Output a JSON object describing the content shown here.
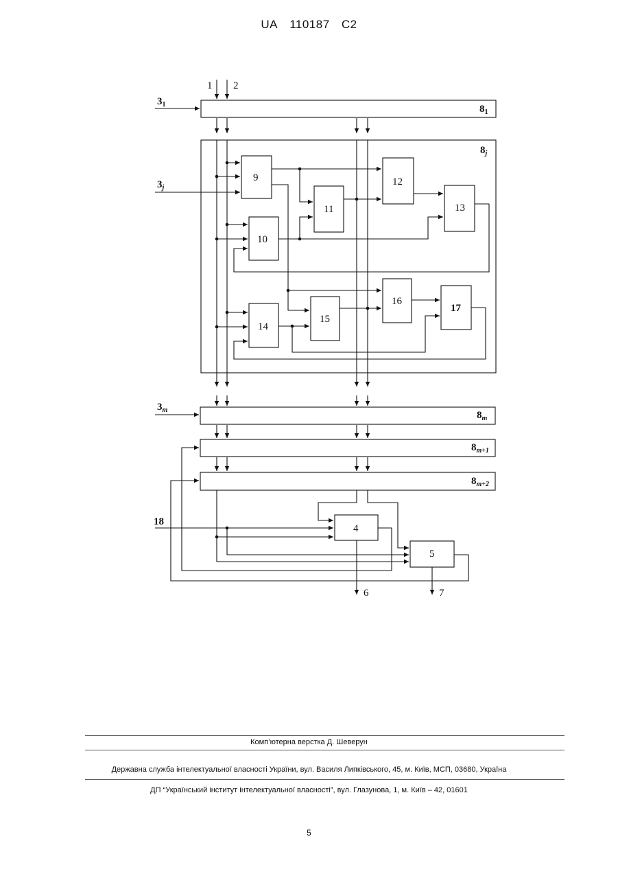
{
  "header": {
    "country": "UA",
    "number": "110187",
    "kind": "C2"
  },
  "diagram": {
    "inputs": {
      "in1": "1",
      "in2": "2",
      "in18": "18"
    },
    "outputs": {
      "out6": "6",
      "out7": "7"
    },
    "side_labels": [
      {
        "main": "3",
        "sub": "1"
      },
      {
        "main": "3",
        "sub": "j"
      },
      {
        "main": "3",
        "sub": "m"
      }
    ],
    "rows": [
      {
        "main": "8",
        "sub": "1"
      },
      {
        "main": "8",
        "sub": "j"
      },
      {
        "main": "8",
        "sub": "m"
      },
      {
        "main": "8",
        "sub": "m+1"
      },
      {
        "main": "8",
        "sub": "m+2"
      }
    ],
    "blocks": {
      "b4": "4",
      "b5": "5",
      "b9": "9",
      "b10": "10",
      "b11": "11",
      "b12": "12",
      "b13": "13",
      "b14": "14",
      "b15": "15",
      "b16": "16",
      "b17": "17"
    }
  },
  "footer": {
    "layout": "Комп’ютерна верстка Д. Шеверун",
    "agency": "Державна служба інтелектуальної власності України, вул. Василя Липківського, 45, м. Київ, МСП, 03680, Україна",
    "institute": "ДП “Український інститут інтелектуальної власності”, вул. Глазунова, 1, м. Київ – 42, 01601"
  },
  "page_number": "5"
}
